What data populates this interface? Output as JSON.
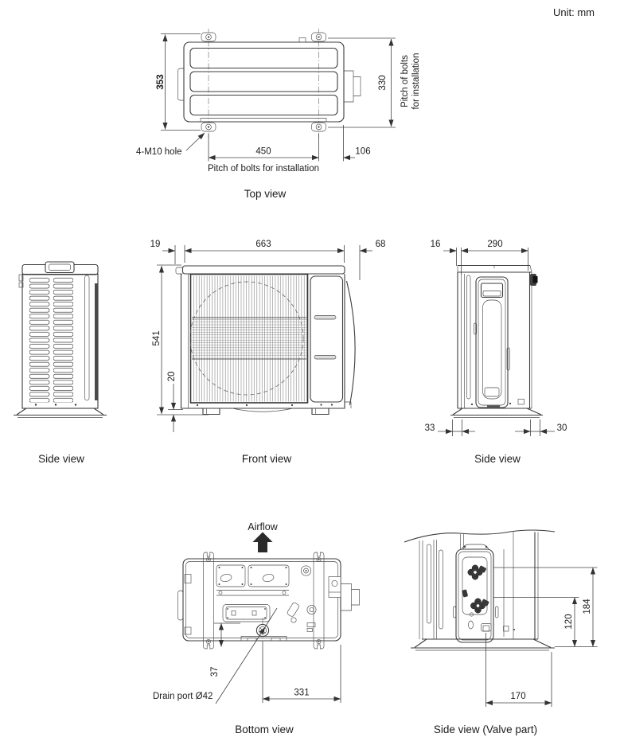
{
  "unit_label": "Unit: mm",
  "top_view": {
    "title": "Top view",
    "dim_depth": "353",
    "dim_bolt_pitch_v": "330",
    "dim_bolt_pitch_h": "450",
    "dim_right_offset": "106",
    "label_hole": "4-M10 hole",
    "label_pitch_bottom": "Pitch of bolts for installation",
    "label_pitch_right_line1": "Pitch of bolts",
    "label_pitch_right_line2": "for installation"
  },
  "side_view_left": {
    "title": "Side view"
  },
  "front_view": {
    "title": "Front view",
    "dim_left_lip": "19",
    "dim_width": "663",
    "dim_right_overhang": "68",
    "dim_height": "541",
    "dim_foot_height": "20"
  },
  "side_view_right": {
    "title": "Side view",
    "dim_back_lip": "16",
    "dim_depth": "290",
    "dim_foot_back": "33",
    "dim_foot_front": "30"
  },
  "bottom_view": {
    "title": "Bottom view",
    "label_airflow": "Airflow",
    "dim_drain_offset": "37",
    "dim_drain_x": "331",
    "label_drain": "Drain port Ø42"
  },
  "valve_view": {
    "title": "Side view (Valve part)",
    "dim_port_high": "184",
    "dim_port_low": "120",
    "dim_port_x": "170"
  }
}
